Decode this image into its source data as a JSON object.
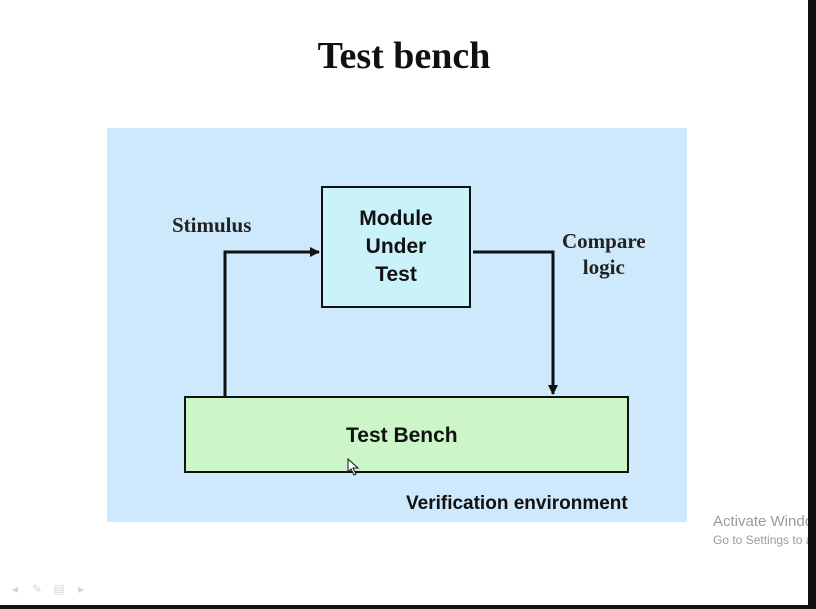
{
  "slide": {
    "title": "Test bench"
  },
  "diagram": {
    "module_box": {
      "lines": [
        "Module",
        "Under",
        "Test"
      ]
    },
    "test_bench_box": {
      "label": "Test Bench"
    },
    "stimulus_label": "Stimulus",
    "compare_label": [
      "Compare",
      "logic"
    ],
    "environment_label": "Verification environment"
  },
  "watermark": {
    "title": "Activate Windo",
    "subtitle": "Go to Settings to a"
  },
  "toolbar": {
    "icons": [
      "prev-icon",
      "pen-icon",
      "slides-icon",
      "next-icon"
    ],
    "glyphs": [
      "◂",
      "✎",
      "▤",
      "▸"
    ]
  },
  "colors": {
    "panel": "#cde9fb",
    "module_box": "#c9f2fa",
    "test_bench_box": "#ccf5c8"
  }
}
